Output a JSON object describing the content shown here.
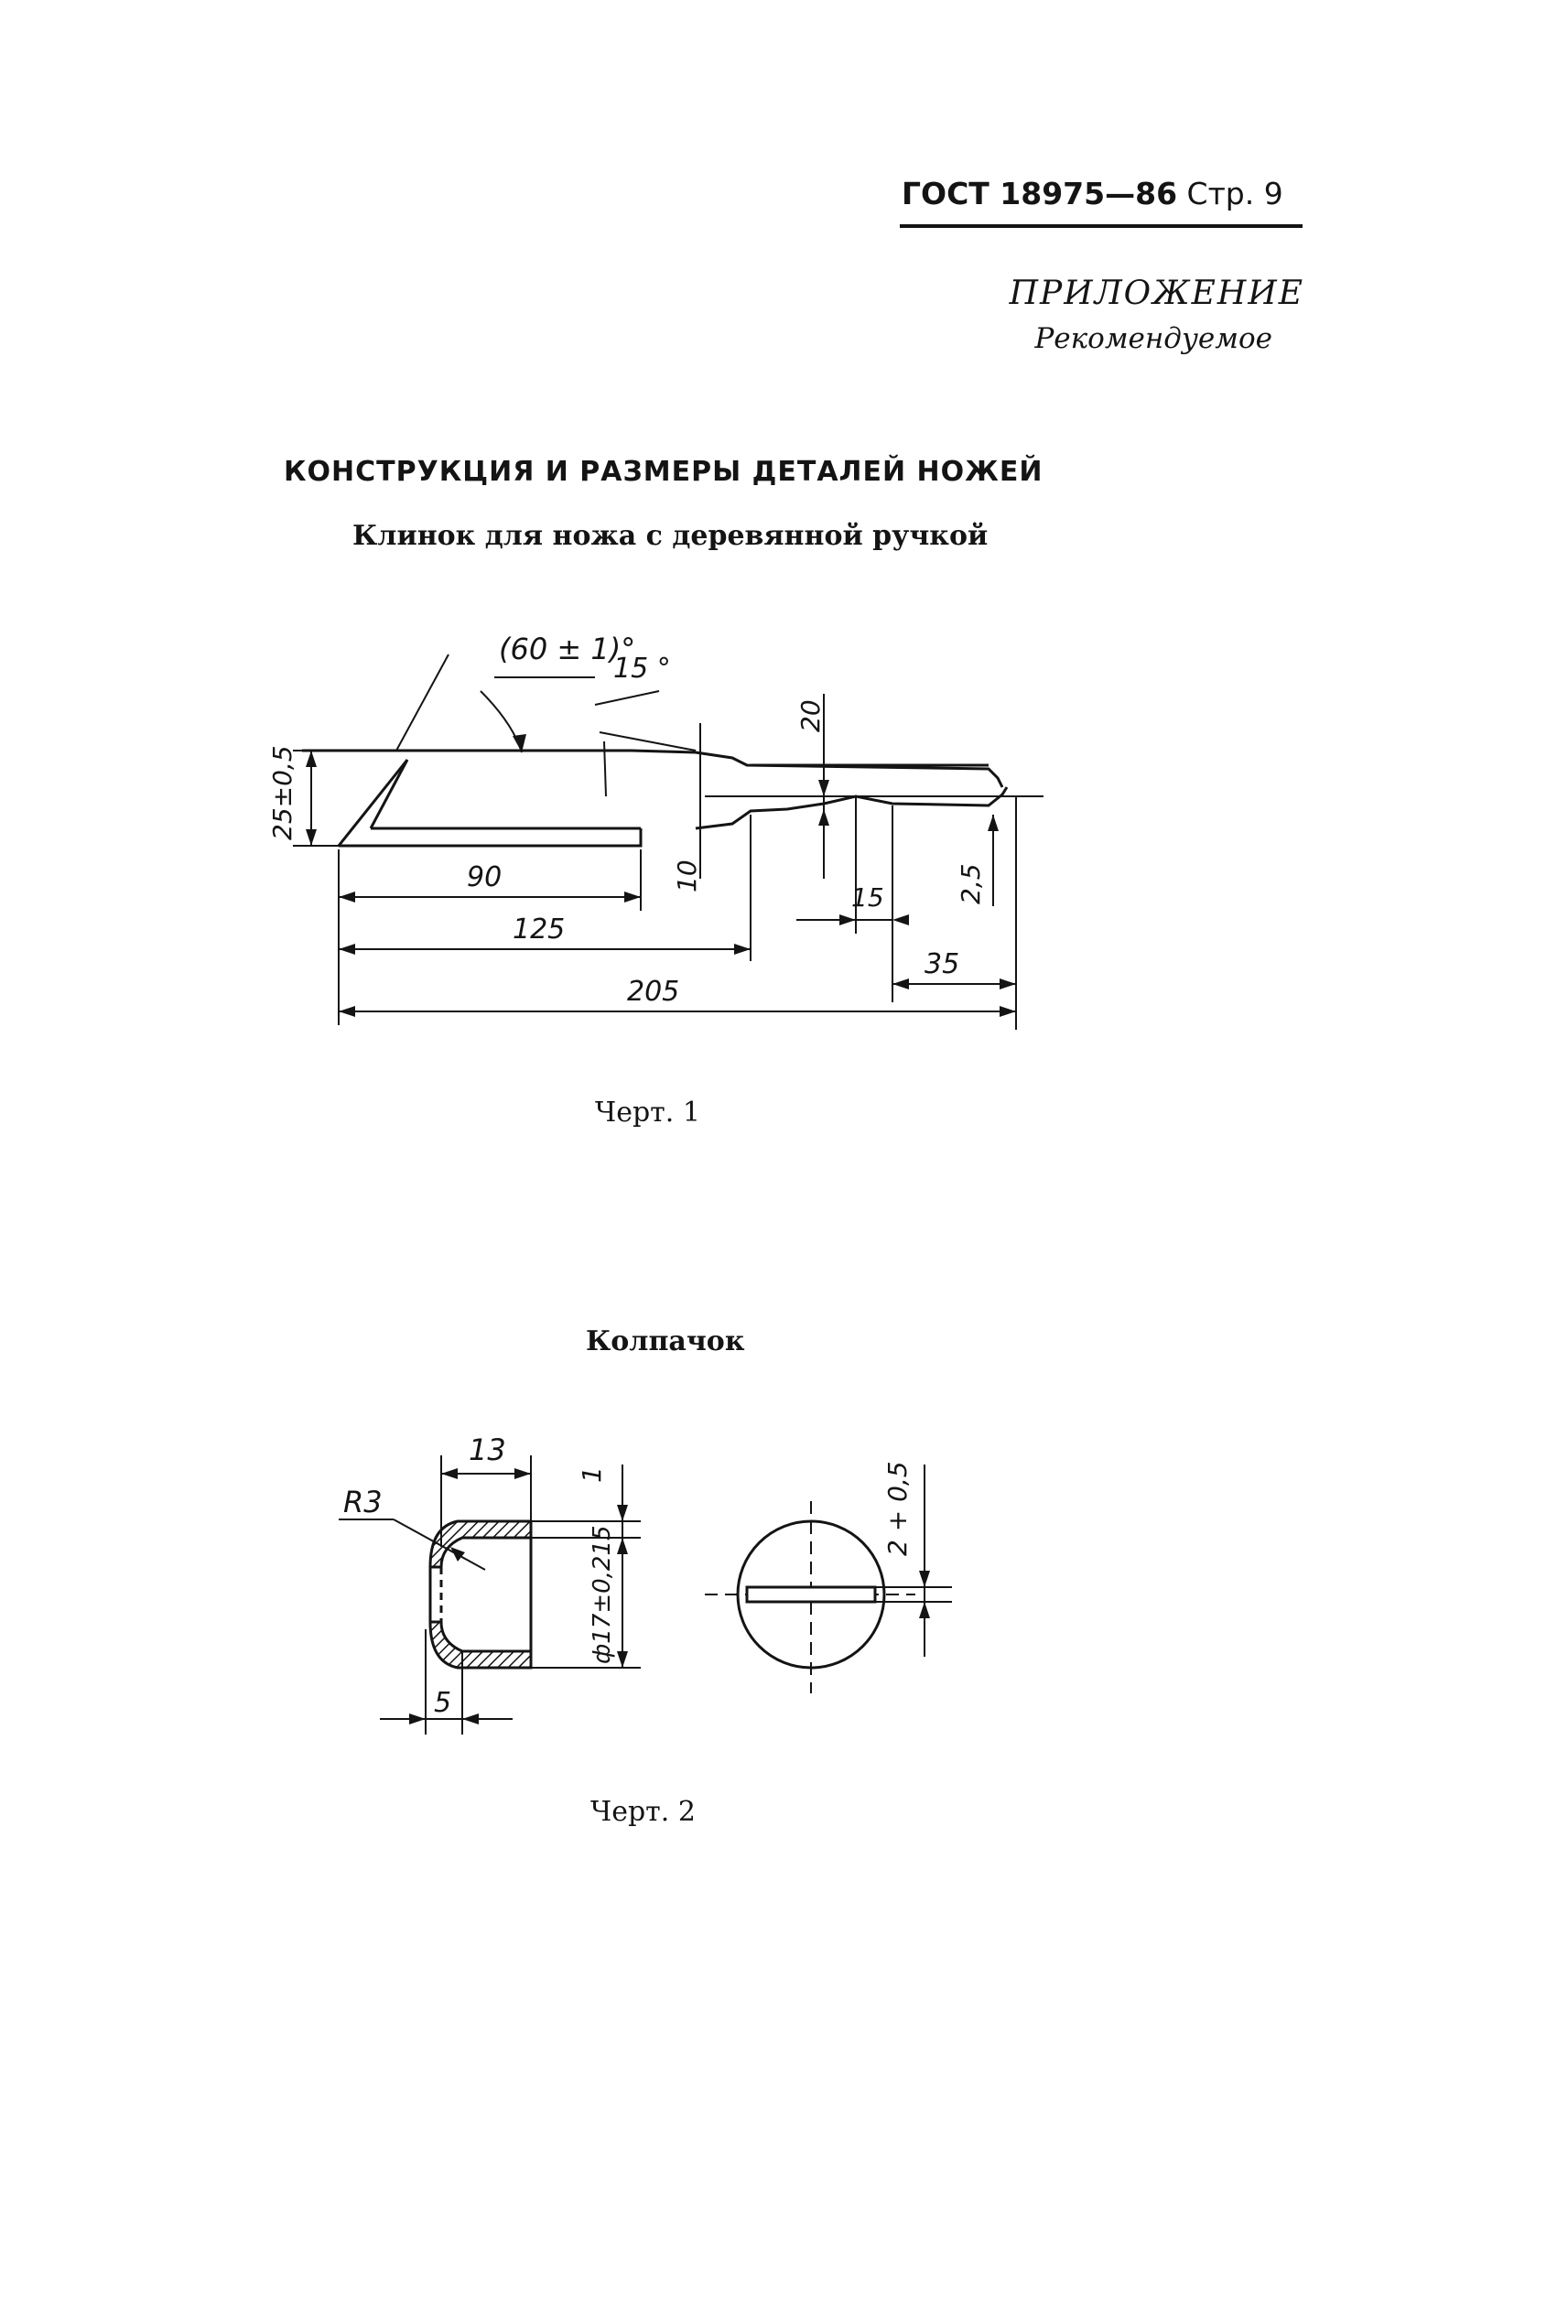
{
  "header": {
    "standard": "ГОСТ 18975—86",
    "page_label": "Стр. 9"
  },
  "appendix": {
    "title": "ПРИЛОЖЕНИЕ",
    "status": "Рекомендуемое"
  },
  "section_title": "КОНСТРУКЦИЯ И РАЗМЕРЫ ДЕТАЛЕЙ НОЖЕЙ",
  "figure1": {
    "title": "Клинок для ножа с деревянной ручкой",
    "caption": "Черт. 1",
    "dimensions": {
      "angle": "(60 ± 1)°",
      "tip_angle": "15 °",
      "width": "25±0,5",
      "d90": "90",
      "d125": "125",
      "d205": "205",
      "d35": "35",
      "d15": "15",
      "d20": "20",
      "d10": "10",
      "d25": "2,5"
    }
  },
  "figure2": {
    "title": "Колпачок",
    "caption": "Черт. 2",
    "dimensions": {
      "length": "13",
      "radius": "R3",
      "depth": "5",
      "wall": "1",
      "diameter": "ф17±0,215",
      "slot": "2 + 0,5"
    }
  }
}
